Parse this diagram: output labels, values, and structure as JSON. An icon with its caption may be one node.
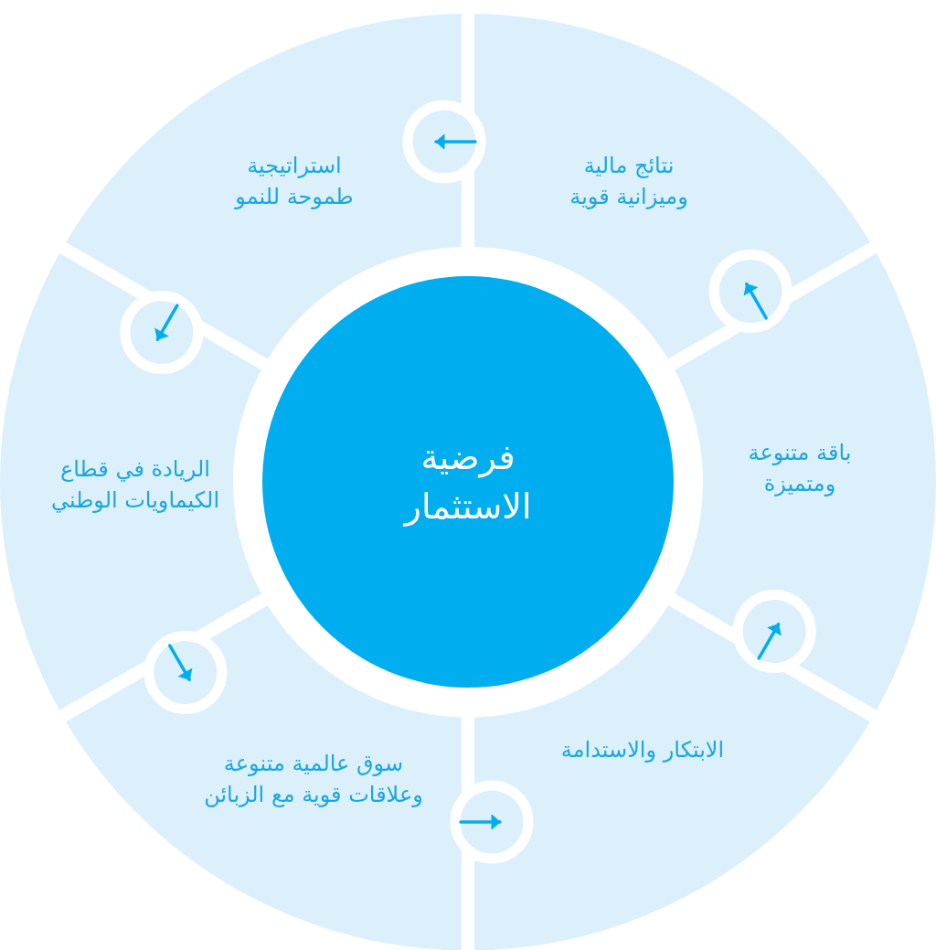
{
  "diagram": {
    "nodes": [
      {
        "text": [
          "فرضية الاستثمار"
        ]
      },
      {
        "text": [
          "نتائج مالية وميزانية قوية"
        ]
      },
      {
        "text": [
          "باقة متنوعة ومتميزة"
        ]
      },
      {
        "text": [
          "الابتكار والاستدامة"
        ]
      },
      {
        "text": [
          "سوق عالمية متنوعة وعلاقات قوية مع الزبائن"
        ]
      },
      {
        "text": [
          "الريادة في قطاع الكيماويات الوطني"
        ]
      },
      {
        "text": [
          "استراتيجية طموحة للنمو"
        ]
      }
    ],
    "edges": [
      {
        "from": 1,
        "to": 6,
        "arrow": "to"
      },
      {
        "from": 6,
        "to": 5,
        "arrow": "to"
      },
      {
        "from": 5,
        "to": 4,
        "arrow": "to"
      },
      {
        "from": 4,
        "to": 3,
        "arrow": "to"
      },
      {
        "from": 3,
        "to": 2,
        "arrow": "to"
      },
      {
        "from": 2,
        "to": 1,
        "arrow": "to"
      }
    ]
  }
}
